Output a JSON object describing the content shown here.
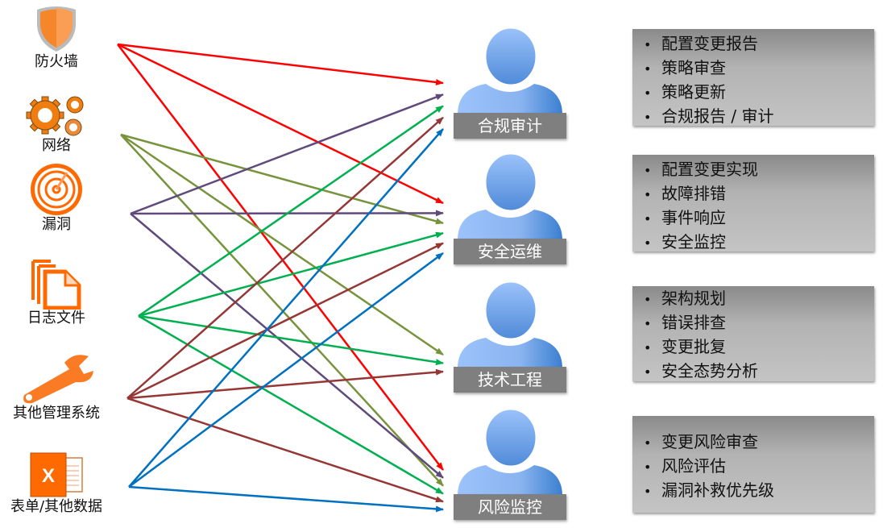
{
  "sources": [
    {
      "id": "firewall",
      "label": "防火墙",
      "icon": "shield-icon"
    },
    {
      "id": "network",
      "label": "网络",
      "icon": "gears-icon"
    },
    {
      "id": "vuln",
      "label": "漏洞",
      "icon": "radar-icon"
    },
    {
      "id": "logs",
      "label": "日志文件",
      "icon": "document-icon"
    },
    {
      "id": "mgmt",
      "label": "其他管理系统",
      "icon": "wrench-icon"
    },
    {
      "id": "forms",
      "label": "表单/其他数据",
      "icon": "excel-icon"
    }
  ],
  "roles": [
    {
      "id": "audit",
      "label": "合规审计",
      "tasks": [
        "配置变更报告",
        "策略审查",
        "策略更新",
        "合规报告 / 审计"
      ]
    },
    {
      "id": "ops",
      "label": "安全运维",
      "tasks": [
        "配置变更实现",
        "故障排错",
        "事件响应",
        "安全监控"
      ]
    },
    {
      "id": "eng",
      "label": "技术工程",
      "tasks": [
        "架构规划",
        "错误排查",
        "变更批复",
        "安全态势分析"
      ]
    },
    {
      "id": "risk",
      "label": "风险监控",
      "tasks": [
        "变更风险审查",
        "风险评估",
        "漏洞补救优先级"
      ]
    }
  ],
  "excel_letter": "X",
  "colors": {
    "firewall": "#ff0000",
    "network": "#77933c",
    "vuln": "#604a7b",
    "logs": "#00b050",
    "mgmt": "#953735",
    "forms": "#0070c0",
    "orange": "#ff6a00",
    "person": "#6fa5ea"
  },
  "connections": [
    {
      "from": "firewall",
      "to": [
        "audit",
        "ops",
        "risk"
      ]
    },
    {
      "from": "network",
      "to": [
        "ops",
        "eng",
        "risk"
      ]
    },
    {
      "from": "vuln",
      "to": [
        "audit",
        "ops",
        "risk"
      ]
    },
    {
      "from": "logs",
      "to": [
        "audit",
        "ops",
        "eng",
        "risk"
      ]
    },
    {
      "from": "mgmt",
      "to": [
        "audit",
        "ops",
        "eng",
        "risk"
      ]
    },
    {
      "from": "forms",
      "to": [
        "audit",
        "ops",
        "risk"
      ]
    }
  ]
}
